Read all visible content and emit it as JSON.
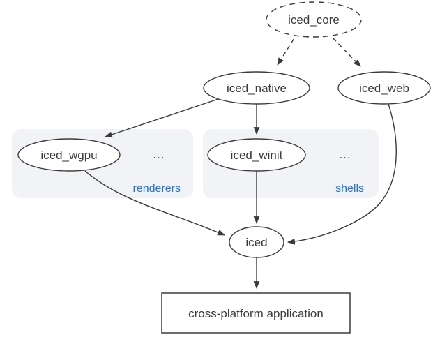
{
  "diagram": {
    "type": "dependency-graph",
    "colors": {
      "background": "#ffffff",
      "stroke": "#3b3b3b",
      "text": "#3b3b3b",
      "node_fill": "#ffffff",
      "group_background": "#f1f3f6",
      "group_label": "#1a73e8"
    },
    "nodes": {
      "iced_core": {
        "label": "iced_core",
        "shape": "ellipse",
        "border": "dashed"
      },
      "iced_native": {
        "label": "iced_native",
        "shape": "ellipse",
        "border": "solid"
      },
      "iced_web": {
        "label": "iced_web",
        "shape": "ellipse",
        "border": "solid"
      },
      "iced_wgpu": {
        "label": "iced_wgpu",
        "shape": "ellipse",
        "border": "solid",
        "group": "renderers"
      },
      "iced_winit": {
        "label": "iced_winit",
        "shape": "ellipse",
        "border": "solid",
        "group": "shells"
      },
      "iced": {
        "label": "iced",
        "shape": "ellipse",
        "border": "solid"
      },
      "application": {
        "label": "cross-platform application",
        "shape": "rect",
        "border": "solid"
      }
    },
    "groups": {
      "renderers": {
        "label": "renderers",
        "ellipsis": "..."
      },
      "shells": {
        "label": "shells",
        "ellipsis": "..."
      }
    },
    "edges": [
      {
        "from": "iced_core",
        "to": "iced_native",
        "style": "dashed"
      },
      {
        "from": "iced_core",
        "to": "iced_web",
        "style": "dashed"
      },
      {
        "from": "iced_native",
        "to": "iced_wgpu",
        "style": "solid"
      },
      {
        "from": "iced_native",
        "to": "iced_winit",
        "style": "solid"
      },
      {
        "from": "iced_wgpu",
        "to": "iced",
        "style": "solid"
      },
      {
        "from": "iced_winit",
        "to": "iced",
        "style": "solid"
      },
      {
        "from": "iced_web",
        "to": "iced",
        "style": "solid"
      },
      {
        "from": "iced",
        "to": "application",
        "style": "solid"
      }
    ]
  }
}
